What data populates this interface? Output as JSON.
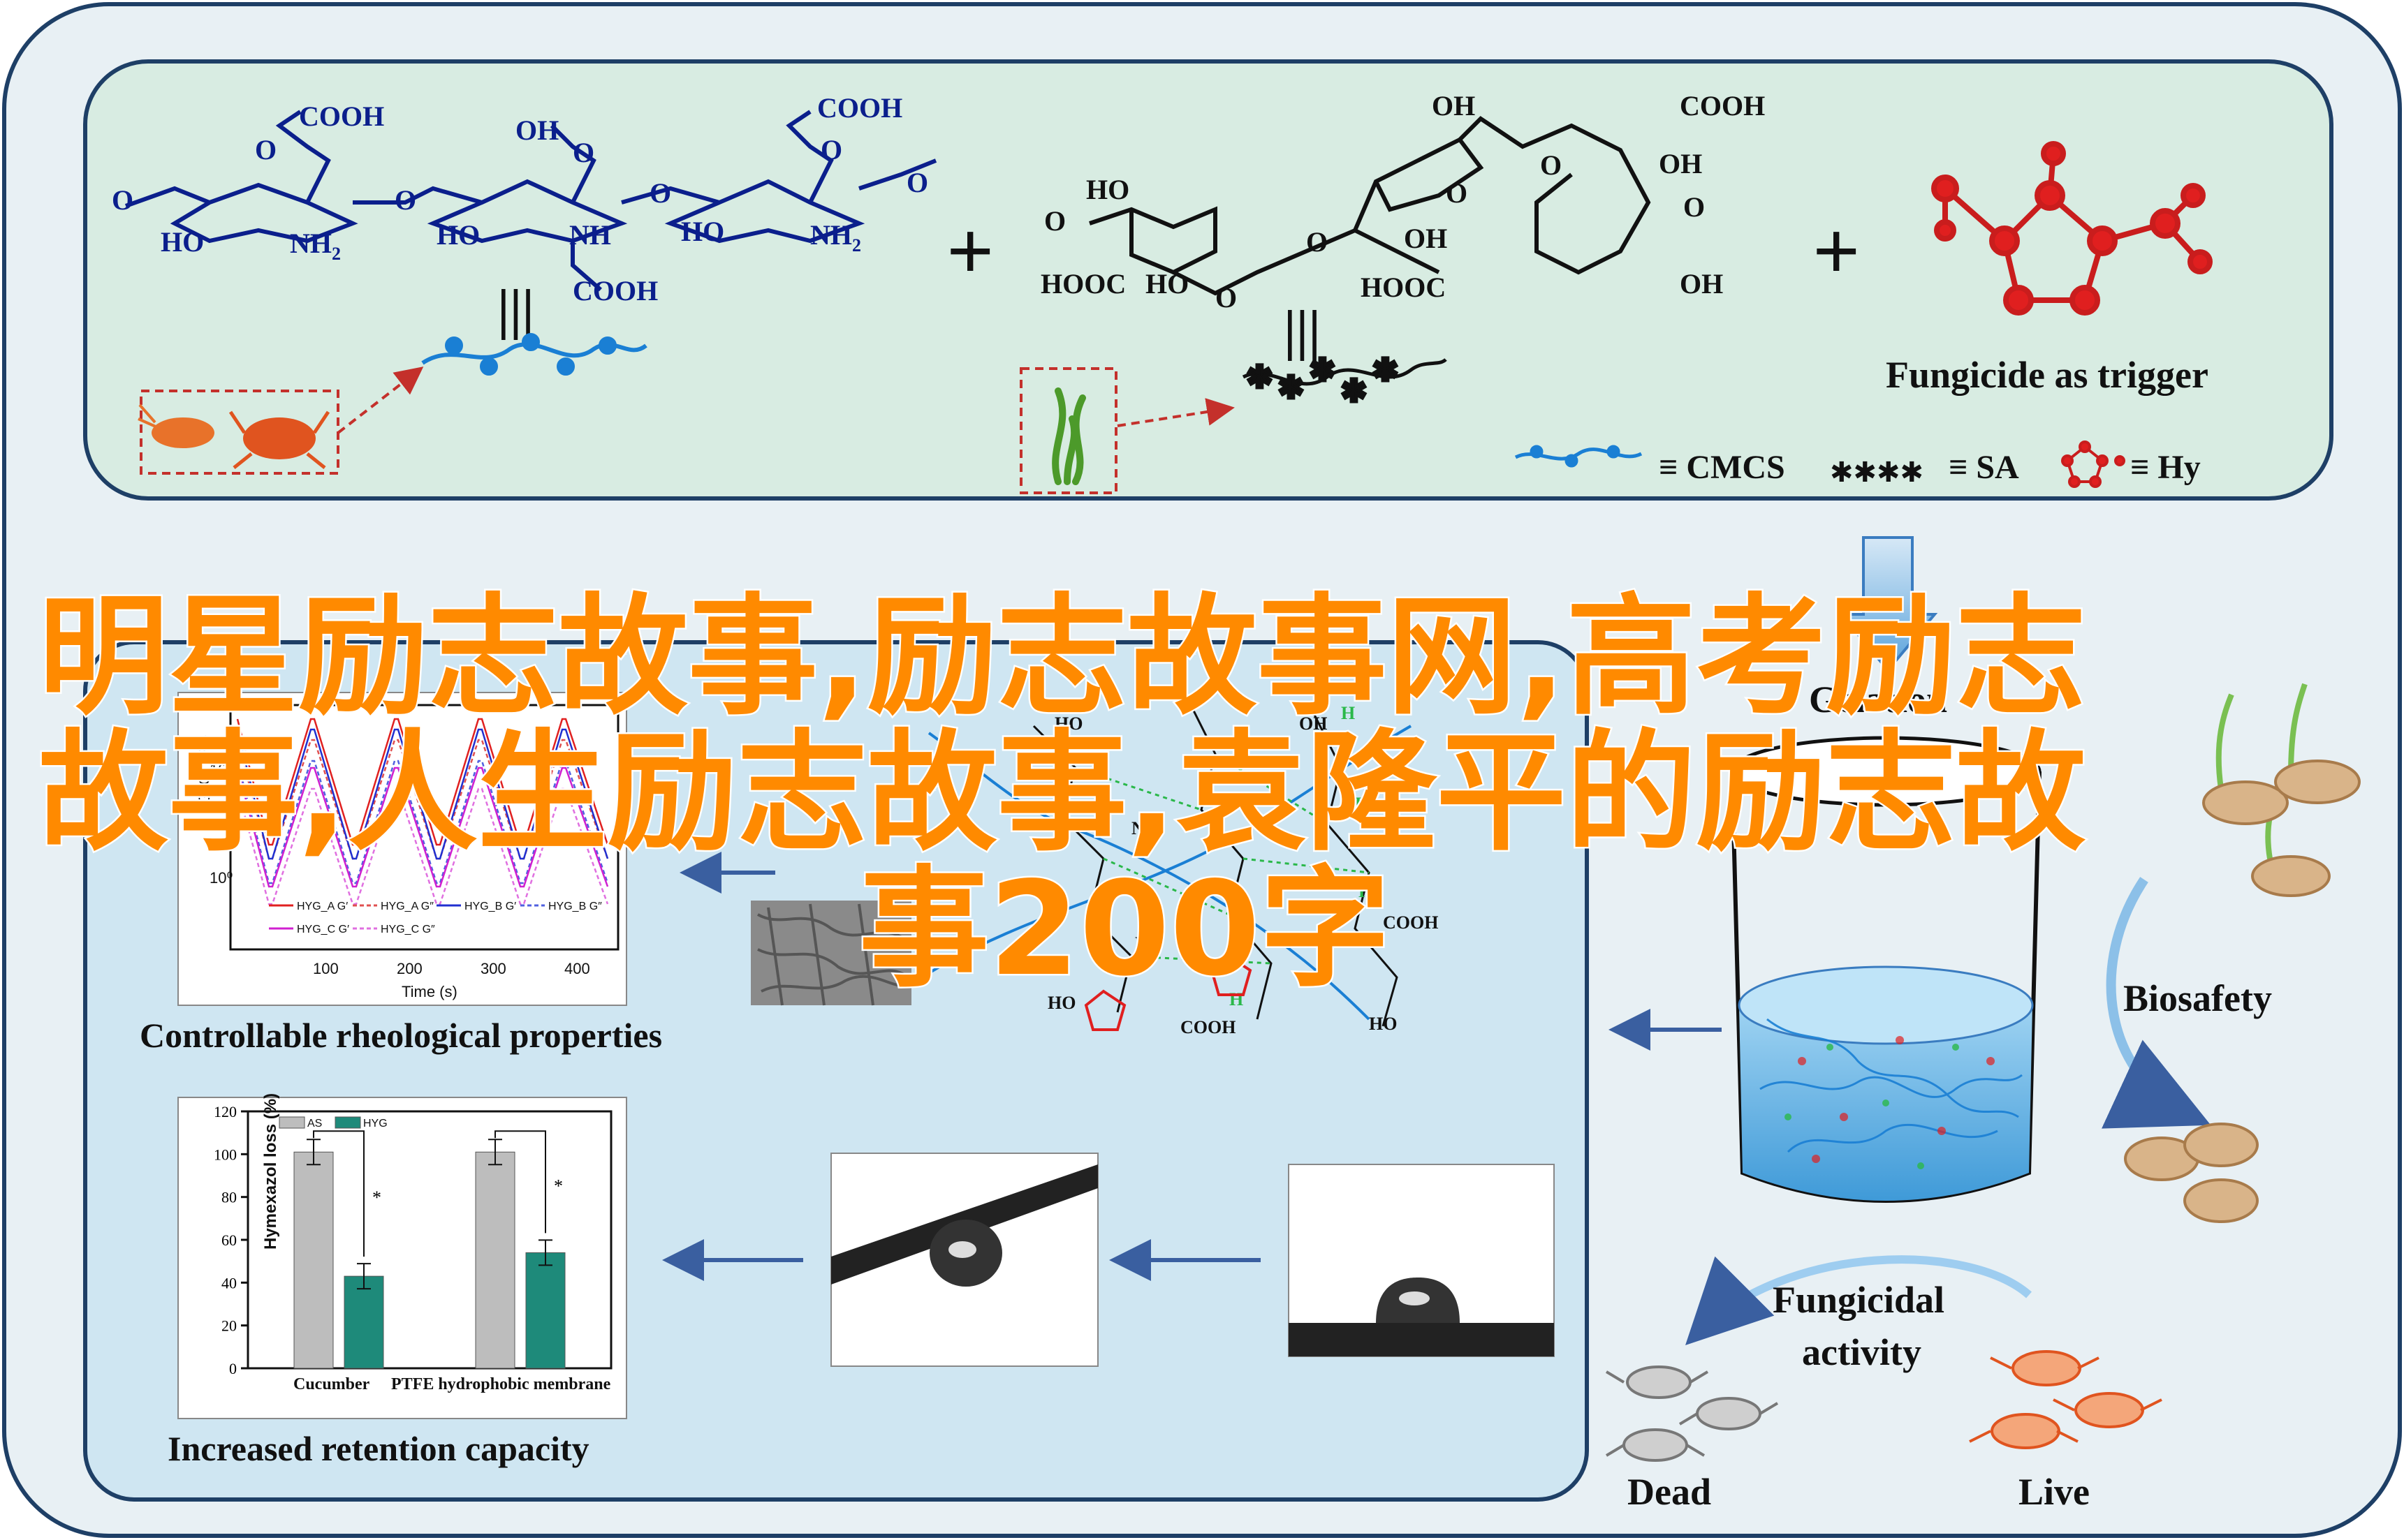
{
  "overlay_title": {
    "line1": "明星励志故事,励志故事网,高考励志",
    "line2": "故事,人生励志故事,袁隆平的励志故",
    "line3": "事200字"
  },
  "top_panel": {
    "chem_labels": {
      "cooh": "COOH",
      "oh": "OH",
      "ho": "HO",
      "o": "O",
      "nh2": "NH",
      "nh2_sub": "2",
      "nh": "NH",
      "hooc": "HOOC",
      "methoxy": "O"
    },
    "plus": "+",
    "equiv": "|||",
    "fungicide_label": "Fungicide as trigger",
    "legend": [
      {
        "label": "≡ CMCS"
      },
      {
        "label": "≡ SA"
      },
      {
        "label": "≡ Hy"
      }
    ]
  },
  "main_panel": {
    "gelation_label": "Gelation",
    "biosafety_label": "Biosafety",
    "fungicidal_label_1": "Fungicidal",
    "fungicidal_label_2": "activity",
    "dead_label": "Dead",
    "live_label": "Live",
    "rheology_caption": "Controllable rheological properties",
    "retention_caption": "Increased retention capacity",
    "network_labels": {
      "ho": "HO",
      "oh": "OH",
      "nh": "NH",
      "h": "H",
      "cooh": "COOH",
      "n": "N",
      "o": "O"
    }
  },
  "colors": {
    "outer_bg": "#e8f0f4",
    "top_panel_bg": "#d8ece2",
    "inner_panel_bg": "#cfe6f2",
    "border": "#1e3f66",
    "arrow": "#3a5fa0",
    "chem_blue": "#0b1f8c",
    "hy_red": "#e01f1f",
    "overlay_orange": "#ff8a00"
  },
  "rheology_chart": {
    "type": "line",
    "ylabel": "G′ G″ (Pa)",
    "xlabel": "Time (s)",
    "y_ticks": [
      "10⁰",
      "10¹"
    ],
    "x_ticks": [
      "100",
      "200",
      "300",
      "400"
    ],
    "legend": [
      "HYG_A G′",
      "HYG_A G″",
      "HYG_B G′",
      "HYG_B G″",
      "HYG_C G′",
      "HYG_C G″"
    ]
  },
  "chart_data": {
    "type": "bar",
    "categories": [
      "Cucumber",
      "PTFE hydrophobic membrane"
    ],
    "series": [
      {
        "name": "AS",
        "values": [
          101,
          101
        ]
      },
      {
        "name": "HYG",
        "values": [
          43,
          54
        ]
      }
    ],
    "ylabel": "Hymexazol loss (%)",
    "ylim": [
      0,
      120
    ],
    "y_ticks": [
      "0",
      "20",
      "40",
      "60",
      "80",
      "100",
      "120"
    ],
    "significance": "*",
    "colors": {
      "AS": "#bdbdbd",
      "HYG": "#1e8a7a"
    }
  }
}
